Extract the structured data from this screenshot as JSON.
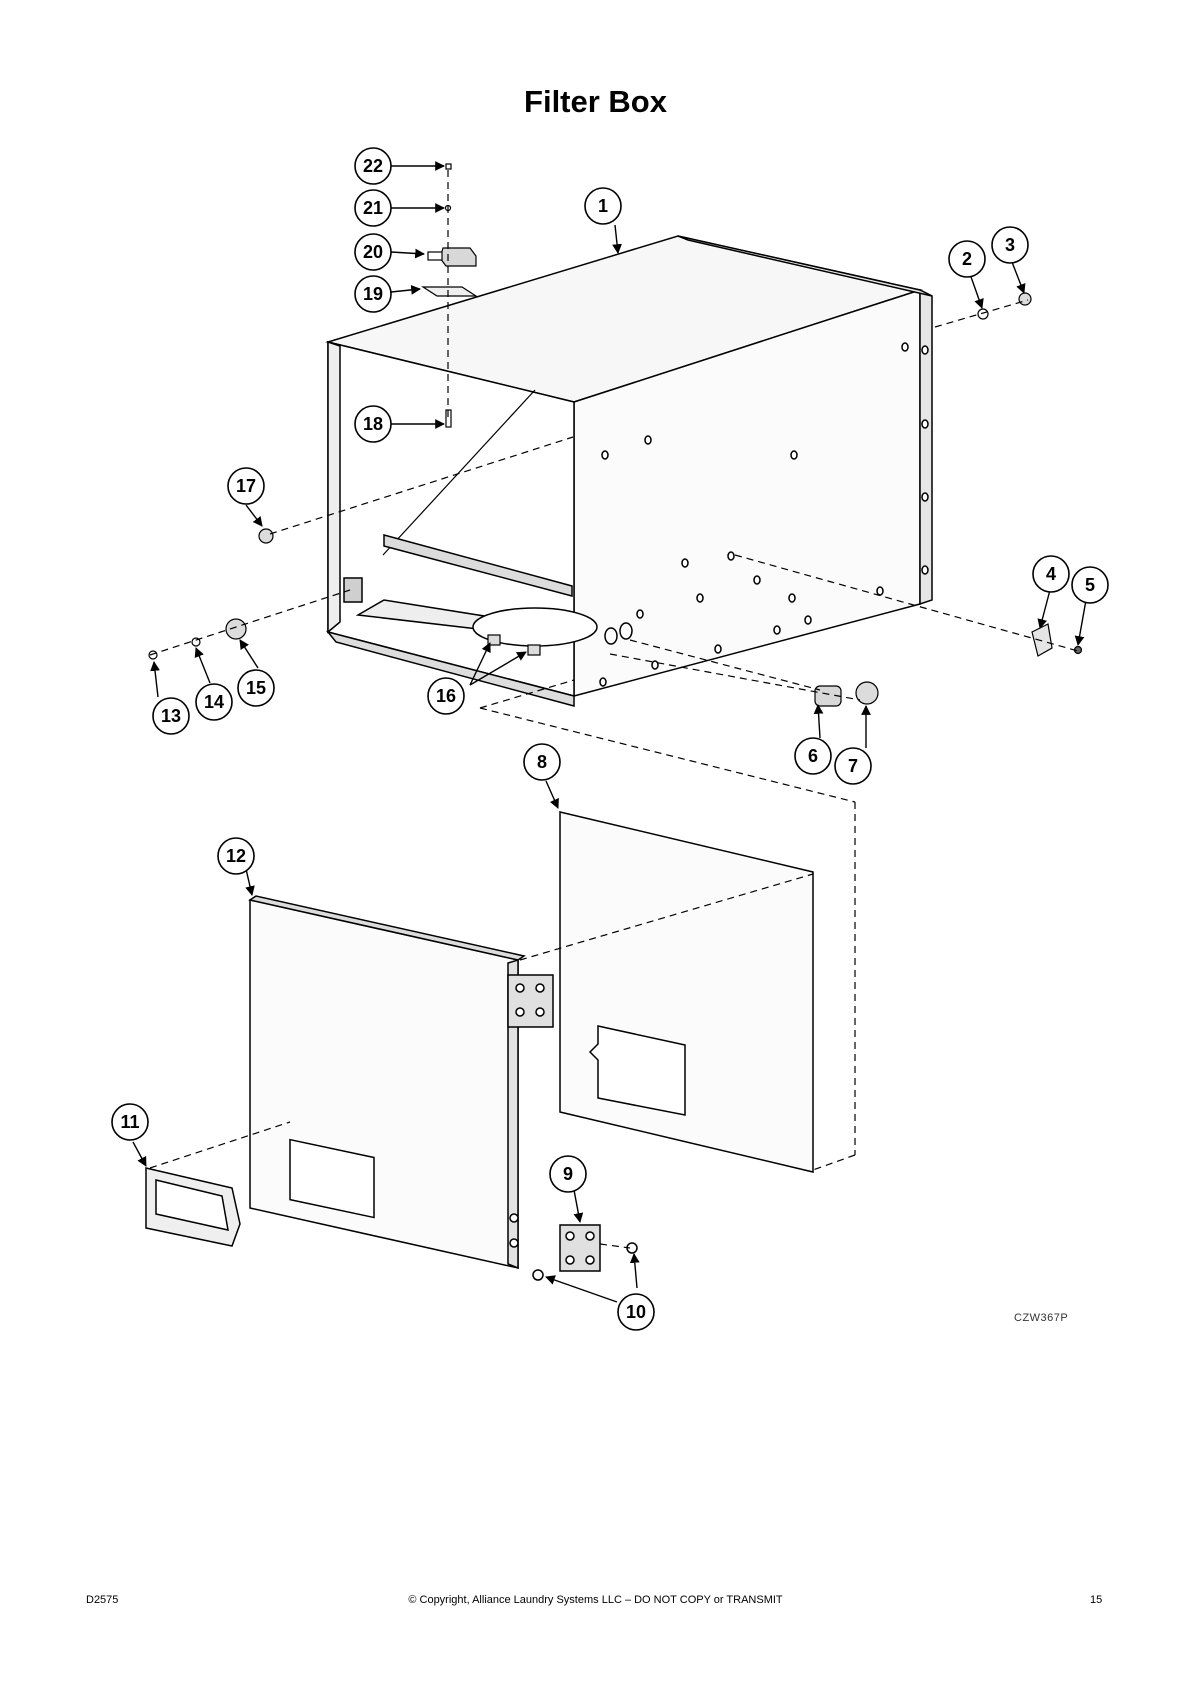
{
  "title": "Filter Box",
  "drawing_id": "CZW367P",
  "callouts": [
    "1",
    "2",
    "3",
    "4",
    "5",
    "6",
    "7",
    "8",
    "9",
    "10",
    "11",
    "12",
    "13",
    "14",
    "15",
    "16",
    "17",
    "18",
    "19",
    "20",
    "21",
    "22"
  ],
  "footer": {
    "doc_number": "D2575",
    "copyright": "© Copyright, Alliance Laundry Systems LLC – DO NOT COPY or TRANSMIT",
    "page_number": "15"
  }
}
